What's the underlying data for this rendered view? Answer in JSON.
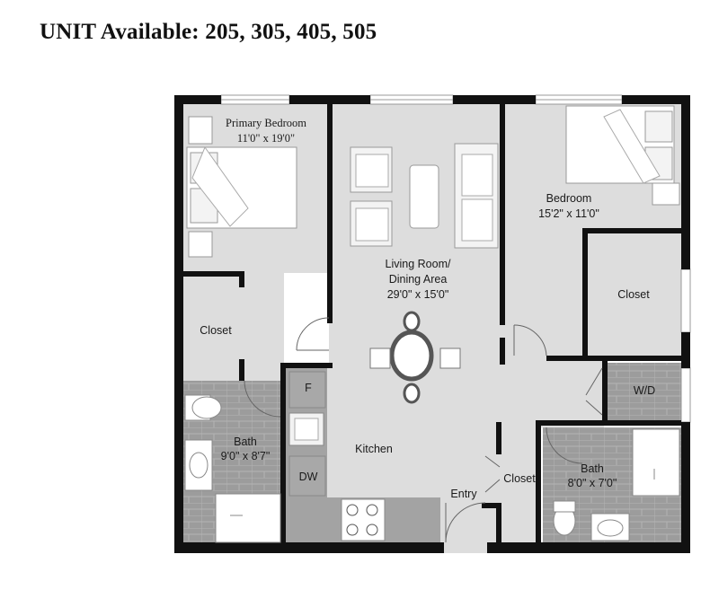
{
  "heading": "UNIT Available: 205, 305, 405, 505",
  "rooms": {
    "primary_bedroom": {
      "name": "Primary Bedroom",
      "size": "11'0\" x 19'0\""
    },
    "bedroom": {
      "name": "Bedroom",
      "size": "15'2\" x 11'0\""
    },
    "living": {
      "name_line1": "Living Room/",
      "name_line2": "Dining Area",
      "size": "29'0\" x 15'0\""
    },
    "closet_left": {
      "name": "Closet"
    },
    "closet_right": {
      "name": "Closet"
    },
    "closet_entry": {
      "name": "Closet"
    },
    "wd": {
      "name": "W/D"
    },
    "bath_left": {
      "name": "Bath",
      "size": "9'0\" x 8'7\""
    },
    "bath_right": {
      "name": "Bath",
      "size": "8'0\" x 7'0\""
    },
    "kitchen": {
      "name": "Kitchen"
    },
    "entry": {
      "name": "Entry"
    },
    "fridge": {
      "label": "F"
    },
    "dishwasher": {
      "label": "DW"
    }
  },
  "colors": {
    "floor": "#dcdcdc",
    "wall": "#111111",
    "tile": "#9a9a9a",
    "counter": "#a8a8a8"
  }
}
